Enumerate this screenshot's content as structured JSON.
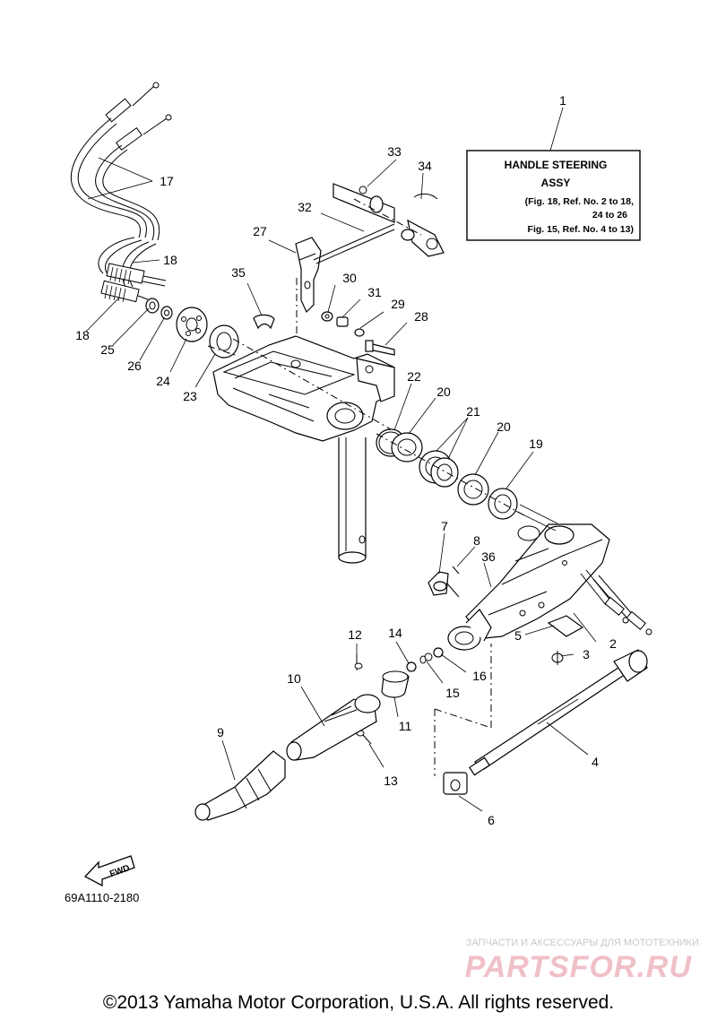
{
  "info_box": {
    "title": "HANDLE STEERING",
    "subtitle": "ASSY",
    "line1": "(Fig. 18, Ref. No. 2 to 18,",
    "line2": "24 to 26",
    "line3": "Fig. 15, Ref. No. 4 to 13)"
  },
  "callouts": [
    "1",
    "2",
    "3",
    "4",
    "5",
    "6",
    "7",
    "8",
    "9",
    "10",
    "11",
    "12",
    "13",
    "14",
    "15",
    "16",
    "17",
    "18",
    "18",
    "19",
    "20",
    "20",
    "21",
    "22",
    "23",
    "24",
    "25",
    "26",
    "27",
    "28",
    "29",
    "30",
    "31",
    "32",
    "33",
    "34",
    "35",
    "36"
  ],
  "fwd_label": "FWD",
  "diagram_code": "69A1110-2180",
  "watermark": {
    "subtitle": "ЗАПЧАСТИ И АКСЕССУАРЫ ДЛЯ МОТОТЕХНИКИ",
    "logo": "PARTSFOR.RU"
  },
  "copyright": "©2013 Yamaha Motor Corporation, U.S.A. All rights reserved."
}
